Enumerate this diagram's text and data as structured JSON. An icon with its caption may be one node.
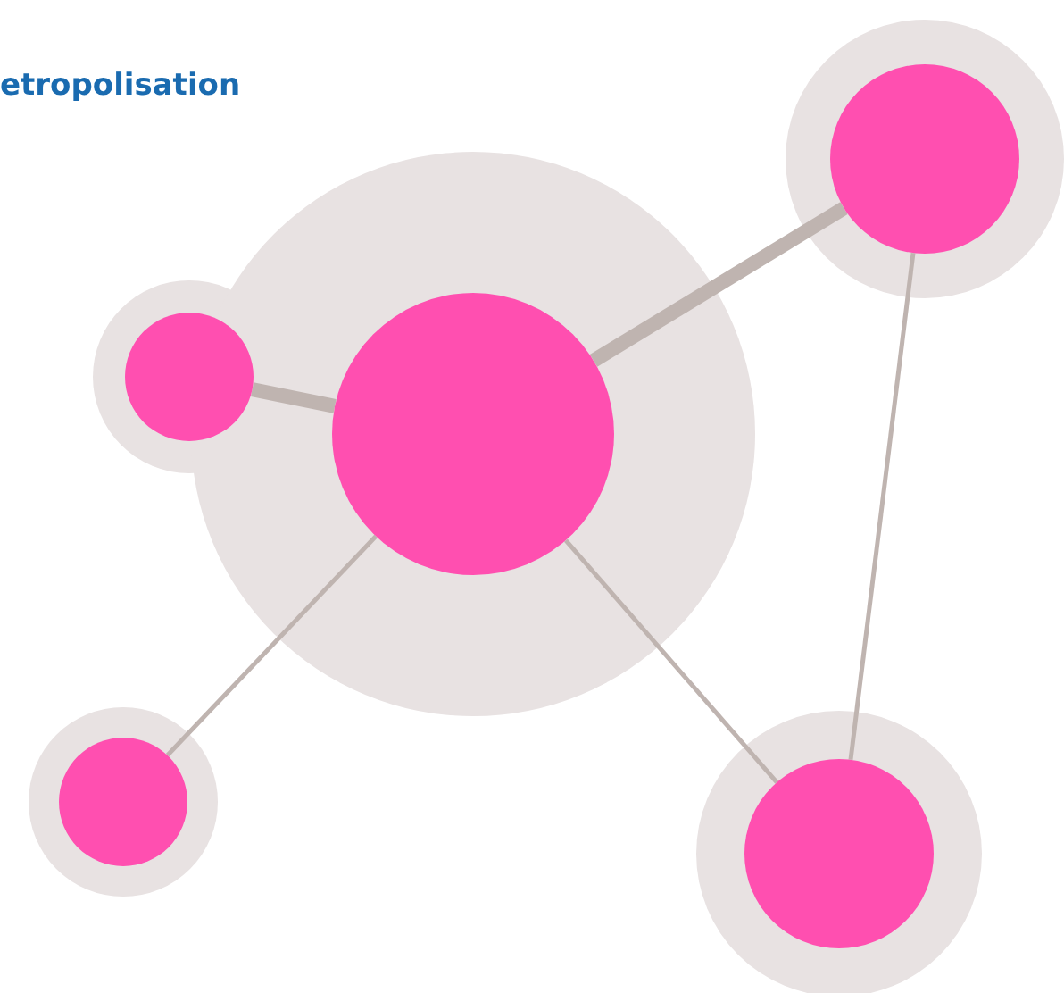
{
  "diagram": {
    "title": "etropolisation",
    "nodes": [
      {
        "text": [],
        "shape": "circle"
      },
      {
        "text": [],
        "shape": "circle"
      },
      {
        "text": [],
        "shape": "circle"
      },
      {
        "text": [],
        "shape": "circle"
      },
      {
        "text": [],
        "shape": "circle"
      }
    ],
    "edges": [
      {
        "from": 2,
        "to": 0,
        "arrow": "none",
        "style": "thick"
      },
      {
        "from": 2,
        "to": 1,
        "arrow": "none",
        "style": "thick"
      },
      {
        "from": 0,
        "to": 4,
        "arrow": "none"
      },
      {
        "from": 2,
        "to": 3,
        "arrow": "none"
      },
      {
        "from": 2,
        "to": 4,
        "arrow": "none"
      }
    ]
  }
}
